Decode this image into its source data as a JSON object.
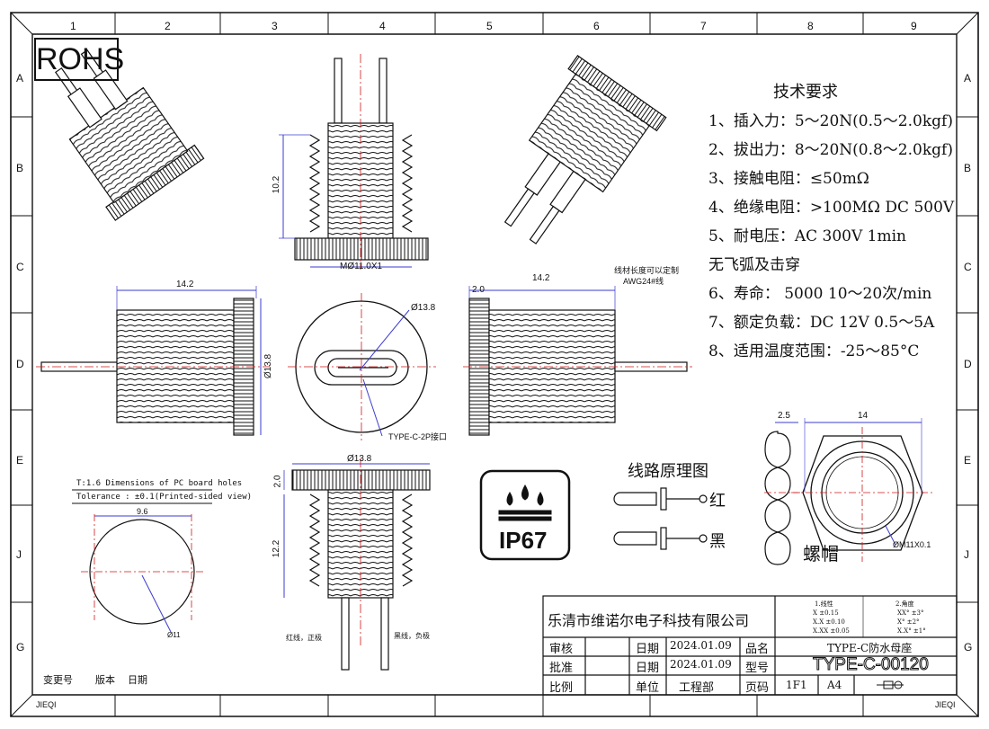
{
  "rohs": "ROHS",
  "grid": {
    "cols": [
      "1",
      "2",
      "3",
      "4",
      "5",
      "6",
      "7",
      "8",
      "9"
    ],
    "rows": [
      "A",
      "B",
      "C",
      "D",
      "E",
      "J",
      "G"
    ],
    "border_tag": "JIEQI"
  },
  "requirements": {
    "title": "技术要求",
    "items": [
      "1、插入力：5～20N(0.5～2.0kgf)",
      "2、拔出力：8～20N(0.8～2.0kgf)",
      "3、接触电阻：≤50mΩ",
      "4、绝缘电阻：>100MΩ  DC  500V",
      "5、耐电压：AC  300V  1min",
      "无飞弧及击穿",
      "6、寿命： 5000 10～20次/min",
      "7、额定负载：DC  12V  0.5～5A",
      "8、适用温度范围：-25～85°C"
    ]
  },
  "dims": {
    "top_height": "10.2",
    "top_thread": "MØ11.0X1",
    "side_len_left": "14.2",
    "side_dia_left": "Ø13.8",
    "front_dia": "Ø13.8",
    "side_len_right": "14.2",
    "side_flange": "2.0",
    "wire_note_1": "线材长度可以定制",
    "wire_note_2": "AWG24#线",
    "port_label": "TYPE-C-2P接口",
    "bot_dia": "Ø13.8",
    "bot_flange": "2.0",
    "bot_height": "12.2",
    "nut_thk": "2.5",
    "nut_width": "14",
    "nut_thread": "ØM11X0.1",
    "pcb_width": "9.6",
    "pcb_dia": "Ø11"
  },
  "pcb": {
    "line1": "T:1.6 Dimensions of PC board holes",
    "line2": "Tolerance : ±0.1(Printed-sided view)"
  },
  "ip": "IP67",
  "circuit": {
    "title": "线路原理图",
    "red": "红",
    "black": "黑"
  },
  "nut_label": "螺帽",
  "wire_labels": {
    "red": "红线，正极",
    "black": "黑线，负极"
  },
  "change_row": {
    "a": "变更号",
    "b": "版本",
    "c": "日期"
  },
  "title_block": {
    "company": "乐清市维诺尔电子科技有限公司",
    "tol_angle_head": "2.角度",
    "tol_linear_head": "1.线性",
    "tol_lines": [
      "X      ±0.15",
      "X.X    ±0.10",
      "X.XX   ±0.05"
    ],
    "ang_lines": [
      "XX°  ±3°",
      "X°  ±2°",
      "X.X°  ±1°"
    ],
    "review": "审核",
    "approve": "批准",
    "ratio": "比例",
    "date_label": "日期",
    "date_1": "2024.01.09",
    "date_2": "2024.01.09",
    "unit_label": "单位",
    "unit": "工程部",
    "name_label": "品名",
    "name": "TYPE-C防水母座",
    "model_label": "型号",
    "model": "TYPE-C-00120",
    "page_label": "页码",
    "page": "1F1",
    "paper": "A4"
  }
}
